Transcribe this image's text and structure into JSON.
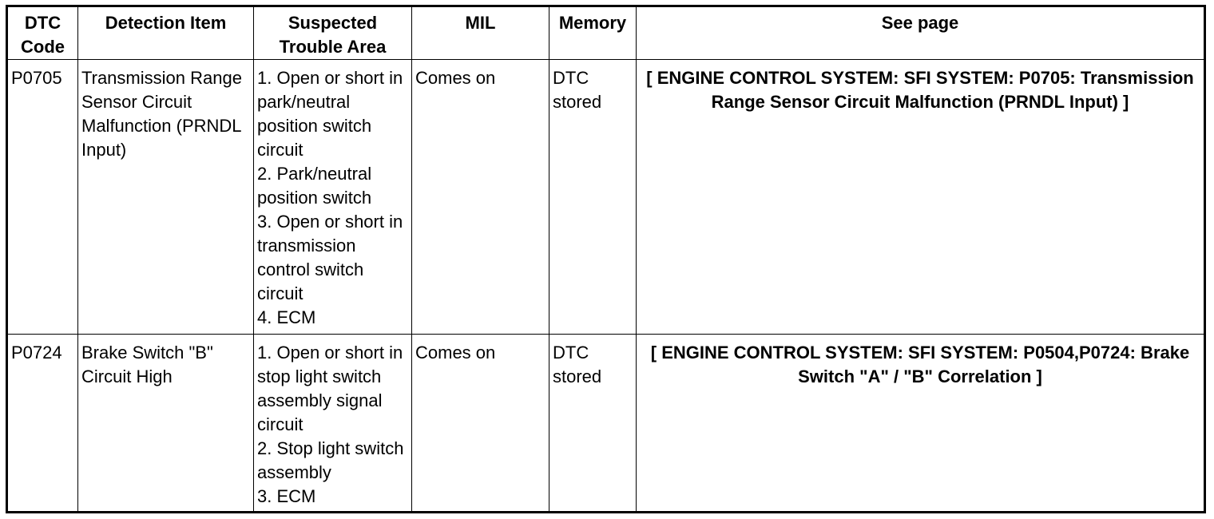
{
  "table": {
    "headers": {
      "dtc_code": "DTC\nCode",
      "detection_item": "Detection Item",
      "suspected_trouble_area": "Suspected\nTrouble Area",
      "mil": "MIL",
      "memory": "Memory",
      "see_page": "See page"
    },
    "rows": [
      {
        "dtc_code": "P0705",
        "detection_item": "Transmission Range Sensor Circuit Malfunction (PRNDL Input)",
        "suspected_trouble_area": [
          "1. Open or short in park/neutral position switch circuit",
          "2. Park/neutral position switch",
          "3. Open or short in transmission control switch circuit",
          "4. ECM"
        ],
        "mil": "Comes on",
        "memory": "DTC stored",
        "see_page": "[ ENGINE CONTROL SYSTEM: SFI SYSTEM: P0705: Transmission Range Sensor Circuit Malfunction (PRNDL Input) ]"
      },
      {
        "dtc_code": "P0724",
        "detection_item": "Brake Switch \"B\" Circuit High",
        "suspected_trouble_area": [
          "1. Open or short in stop light switch assembly signal circuit",
          "2. Stop light switch assembly",
          "3. ECM"
        ],
        "mil": "Comes on",
        "memory": "DTC stored",
        "see_page": "[ ENGINE CONTROL SYSTEM: SFI SYSTEM: P0504,P0724: Brake Switch \"A\" / \"B\" Correlation ]"
      }
    ]
  }
}
